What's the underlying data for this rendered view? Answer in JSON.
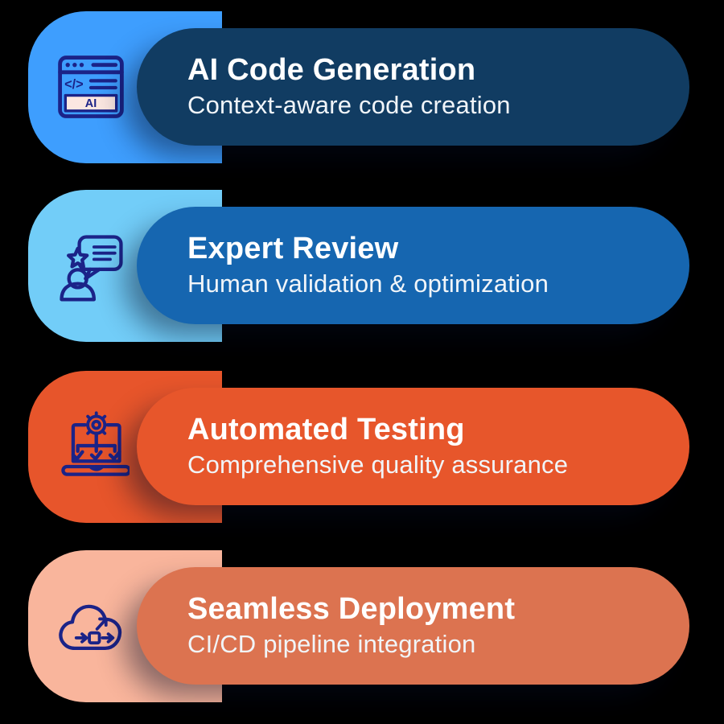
{
  "canvas": {
    "background": "#000000"
  },
  "theme": {
    "icon_stroke": "#1B2388",
    "badge_bg": "#FBE7E1",
    "title_color": "#FFFFFF",
    "subtitle_color": "#F1F5F9"
  },
  "icon_labels": {
    "badge_label": "AI",
    "code_glyph": "</>"
  },
  "rows": [
    {
      "icon": "browser-ai-icon",
      "title": "AI Code Generation",
      "subtitle": "Context-aware code creation",
      "block_color": "#3E9EFE",
      "pill_color": "#113C62"
    },
    {
      "icon": "person-review-icon",
      "title": "Expert Review",
      "subtitle": "Human validation & optimization",
      "block_color": "#72CDF8",
      "pill_color": "#1666B0"
    },
    {
      "icon": "laptop-testing-icon",
      "title": "Automated Testing",
      "subtitle": "Comprehensive quality assurance",
      "block_color": "#E7552B",
      "pill_color": "#E7562B"
    },
    {
      "icon": "cloud-deploy-icon",
      "title": "Seamless Deployment",
      "subtitle": "CI/CD pipeline integration",
      "block_color": "#F9B59C",
      "pill_color": "#DC7350"
    }
  ]
}
